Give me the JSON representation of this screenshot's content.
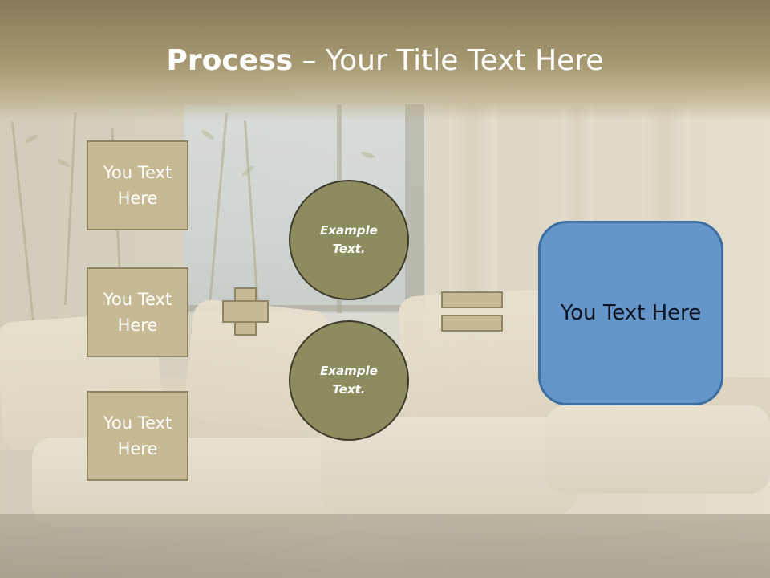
{
  "slide": {
    "title_bold": "Process",
    "title_dash": " – ",
    "title_rest": "Your Title Text Here",
    "boxes": [
      "You Text Here",
      "You Text Here",
      "You Text Here"
    ],
    "circles": [
      "Example Text.",
      "Example Text."
    ],
    "result": "You Text Here"
  },
  "colors": {
    "box_fill": "#c6b993",
    "box_border": "#8e8565",
    "circle_fill": "#8d8c5f",
    "result_fill": "#6596c9",
    "title_band": "#a89a72"
  }
}
